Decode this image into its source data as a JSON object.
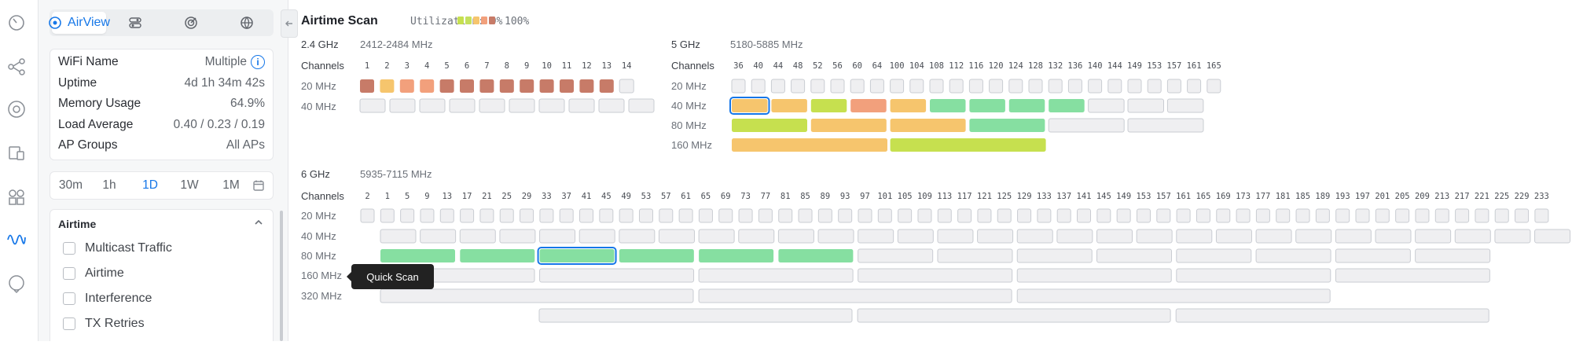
{
  "rail": {
    "icons": [
      "dashboard-icon",
      "topology-icon",
      "devices-icon",
      "clients-icon",
      "apps-icon",
      "wifi-waveform-icon",
      "support-icon"
    ]
  },
  "sidebar": {
    "tabs": [
      {
        "name": "airview-tab",
        "label": "AirView",
        "icon": "airview-icon",
        "active": true
      },
      {
        "name": "switches-tab",
        "label": "",
        "icon": "toggles-icon",
        "active": false
      },
      {
        "name": "scan-tab",
        "label": "",
        "icon": "target-icon",
        "active": false
      },
      {
        "name": "globe-tab",
        "label": "",
        "icon": "globe-icon",
        "active": false
      }
    ],
    "info": [
      {
        "key": "WiFi Name",
        "value": "Multiple",
        "info": true
      },
      {
        "key": "Uptime",
        "value": "4d 1h 34m 42s"
      },
      {
        "key": "Memory Usage",
        "value": "64.9%"
      },
      {
        "key": "Load Average",
        "value": "0.40 / 0.23 / 0.19"
      },
      {
        "key": "AP Groups",
        "value": "All APs"
      }
    ],
    "time_ranges": [
      {
        "label": "30m",
        "active": false
      },
      {
        "label": "1h",
        "active": false
      },
      {
        "label": "1D",
        "active": true
      },
      {
        "label": "1W",
        "active": false
      },
      {
        "label": "1M",
        "active": false
      }
    ],
    "calendar_icon": "calendar-icon",
    "airtime": {
      "title": "Airtime",
      "items": [
        "Multicast Traffic",
        "Airtime",
        "Interference",
        "TX Retries"
      ]
    }
  },
  "header": {
    "title": "Airtime Scan",
    "util_label": "Utilization: 0%",
    "util_max": "100%",
    "scale_colors": [
      "#c6e04f",
      "#c4e05e",
      "#f6c56d",
      "#f2a07c",
      "#c77b68"
    ]
  },
  "tooltip": "Quick Scan",
  "colors": {
    "empty": "#efeff1",
    "green": "#86dfa1",
    "lime": "#c6e04f",
    "yellow": "#f6c56d",
    "orange": "#f2a07c",
    "brown": "#c77b68",
    "selected": "#1677e8"
  },
  "band24": {
    "title": "2.4 GHz",
    "range": "2412-2484 MHz",
    "channels_label": "Channels",
    "channels": [
      "1",
      "2",
      "3",
      "4",
      "5",
      "6",
      "7",
      "8",
      "9",
      "10",
      "11",
      "12",
      "13",
      "14"
    ],
    "rows": [
      {
        "label": "20 MHz",
        "cells": [
          "brown",
          "yellow",
          "orange",
          "orange",
          "brown",
          "brown",
          "brown",
          "brown",
          "brown",
          "brown",
          "brown",
          "brown",
          "brown",
          "empty"
        ]
      },
      {
        "label": "40 MHz",
        "cells": [
          "empty",
          "empty",
          "empty",
          "empty",
          "empty",
          "empty",
          "empty",
          "empty",
          "empty",
          "empty"
        ]
      }
    ]
  },
  "band5": {
    "title": "5 GHz",
    "range": "5180-5885 MHz",
    "channels_label": "Channels",
    "channels": [
      "36",
      "40",
      "44",
      "48",
      "52",
      "56",
      "60",
      "64",
      "100",
      "104",
      "108",
      "112",
      "116",
      "120",
      "124",
      "128",
      "132",
      "136",
      "140",
      "144",
      "149",
      "153",
      "157",
      "161",
      "165"
    ],
    "rows": [
      {
        "label": "20 MHz",
        "cells": [
          "empty",
          "empty",
          "empty",
          "empty",
          "empty",
          "empty",
          "empty",
          "empty",
          "empty",
          "empty",
          "empty",
          "empty",
          "empty",
          "empty",
          "empty",
          "empty",
          "empty",
          "empty",
          "empty",
          "empty",
          "empty",
          "empty",
          "empty",
          "empty",
          "empty"
        ]
      },
      {
        "label": "40 MHz",
        "cells": [
          "yellow",
          "yellow",
          "lime",
          "orange",
          "yellow",
          "green",
          "green",
          "green",
          "green",
          "empty",
          "empty",
          "empty"
        ],
        "selected": 0
      },
      {
        "label": "80 MHz",
        "cells": [
          "lime",
          "yellow",
          "yellow",
          "green",
          "empty",
          "empty"
        ]
      },
      {
        "label": "160 MHz",
        "cells": [
          "yellow",
          "lime"
        ]
      }
    ]
  },
  "band6": {
    "title": "6 GHz",
    "range": "5935-7115 MHz",
    "channels_label": "Channels",
    "channels": [
      "2",
      "1",
      "5",
      "9",
      "13",
      "17",
      "21",
      "25",
      "29",
      "33",
      "37",
      "41",
      "45",
      "49",
      "53",
      "57",
      "61",
      "65",
      "69",
      "73",
      "77",
      "81",
      "85",
      "89",
      "93",
      "97",
      "101",
      "105",
      "109",
      "113",
      "117",
      "121",
      "125",
      "129",
      "133",
      "137",
      "141",
      "145",
      "149",
      "153",
      "157",
      "161",
      "165",
      "169",
      "173",
      "177",
      "181",
      "185",
      "189",
      "193",
      "197",
      "201",
      "205",
      "209",
      "213",
      "217",
      "221",
      "225",
      "229",
      "233"
    ],
    "rows": [
      {
        "label": "20 MHz",
        "cells": 60
      },
      {
        "label": "40 MHz",
        "cells": 30
      },
      {
        "label": "80 MHz",
        "cells": [
          "green",
          "green",
          "green",
          "green",
          "green",
          "green",
          "empty",
          "empty",
          "empty",
          "empty",
          "empty",
          "empty",
          "empty",
          "empty"
        ],
        "selected": 2
      },
      {
        "label": "160 MHz",
        "cells": 7
      },
      {
        "label": "320 MHz",
        "cells": 3
      },
      {
        "label": "",
        "cells": 3
      }
    ]
  }
}
